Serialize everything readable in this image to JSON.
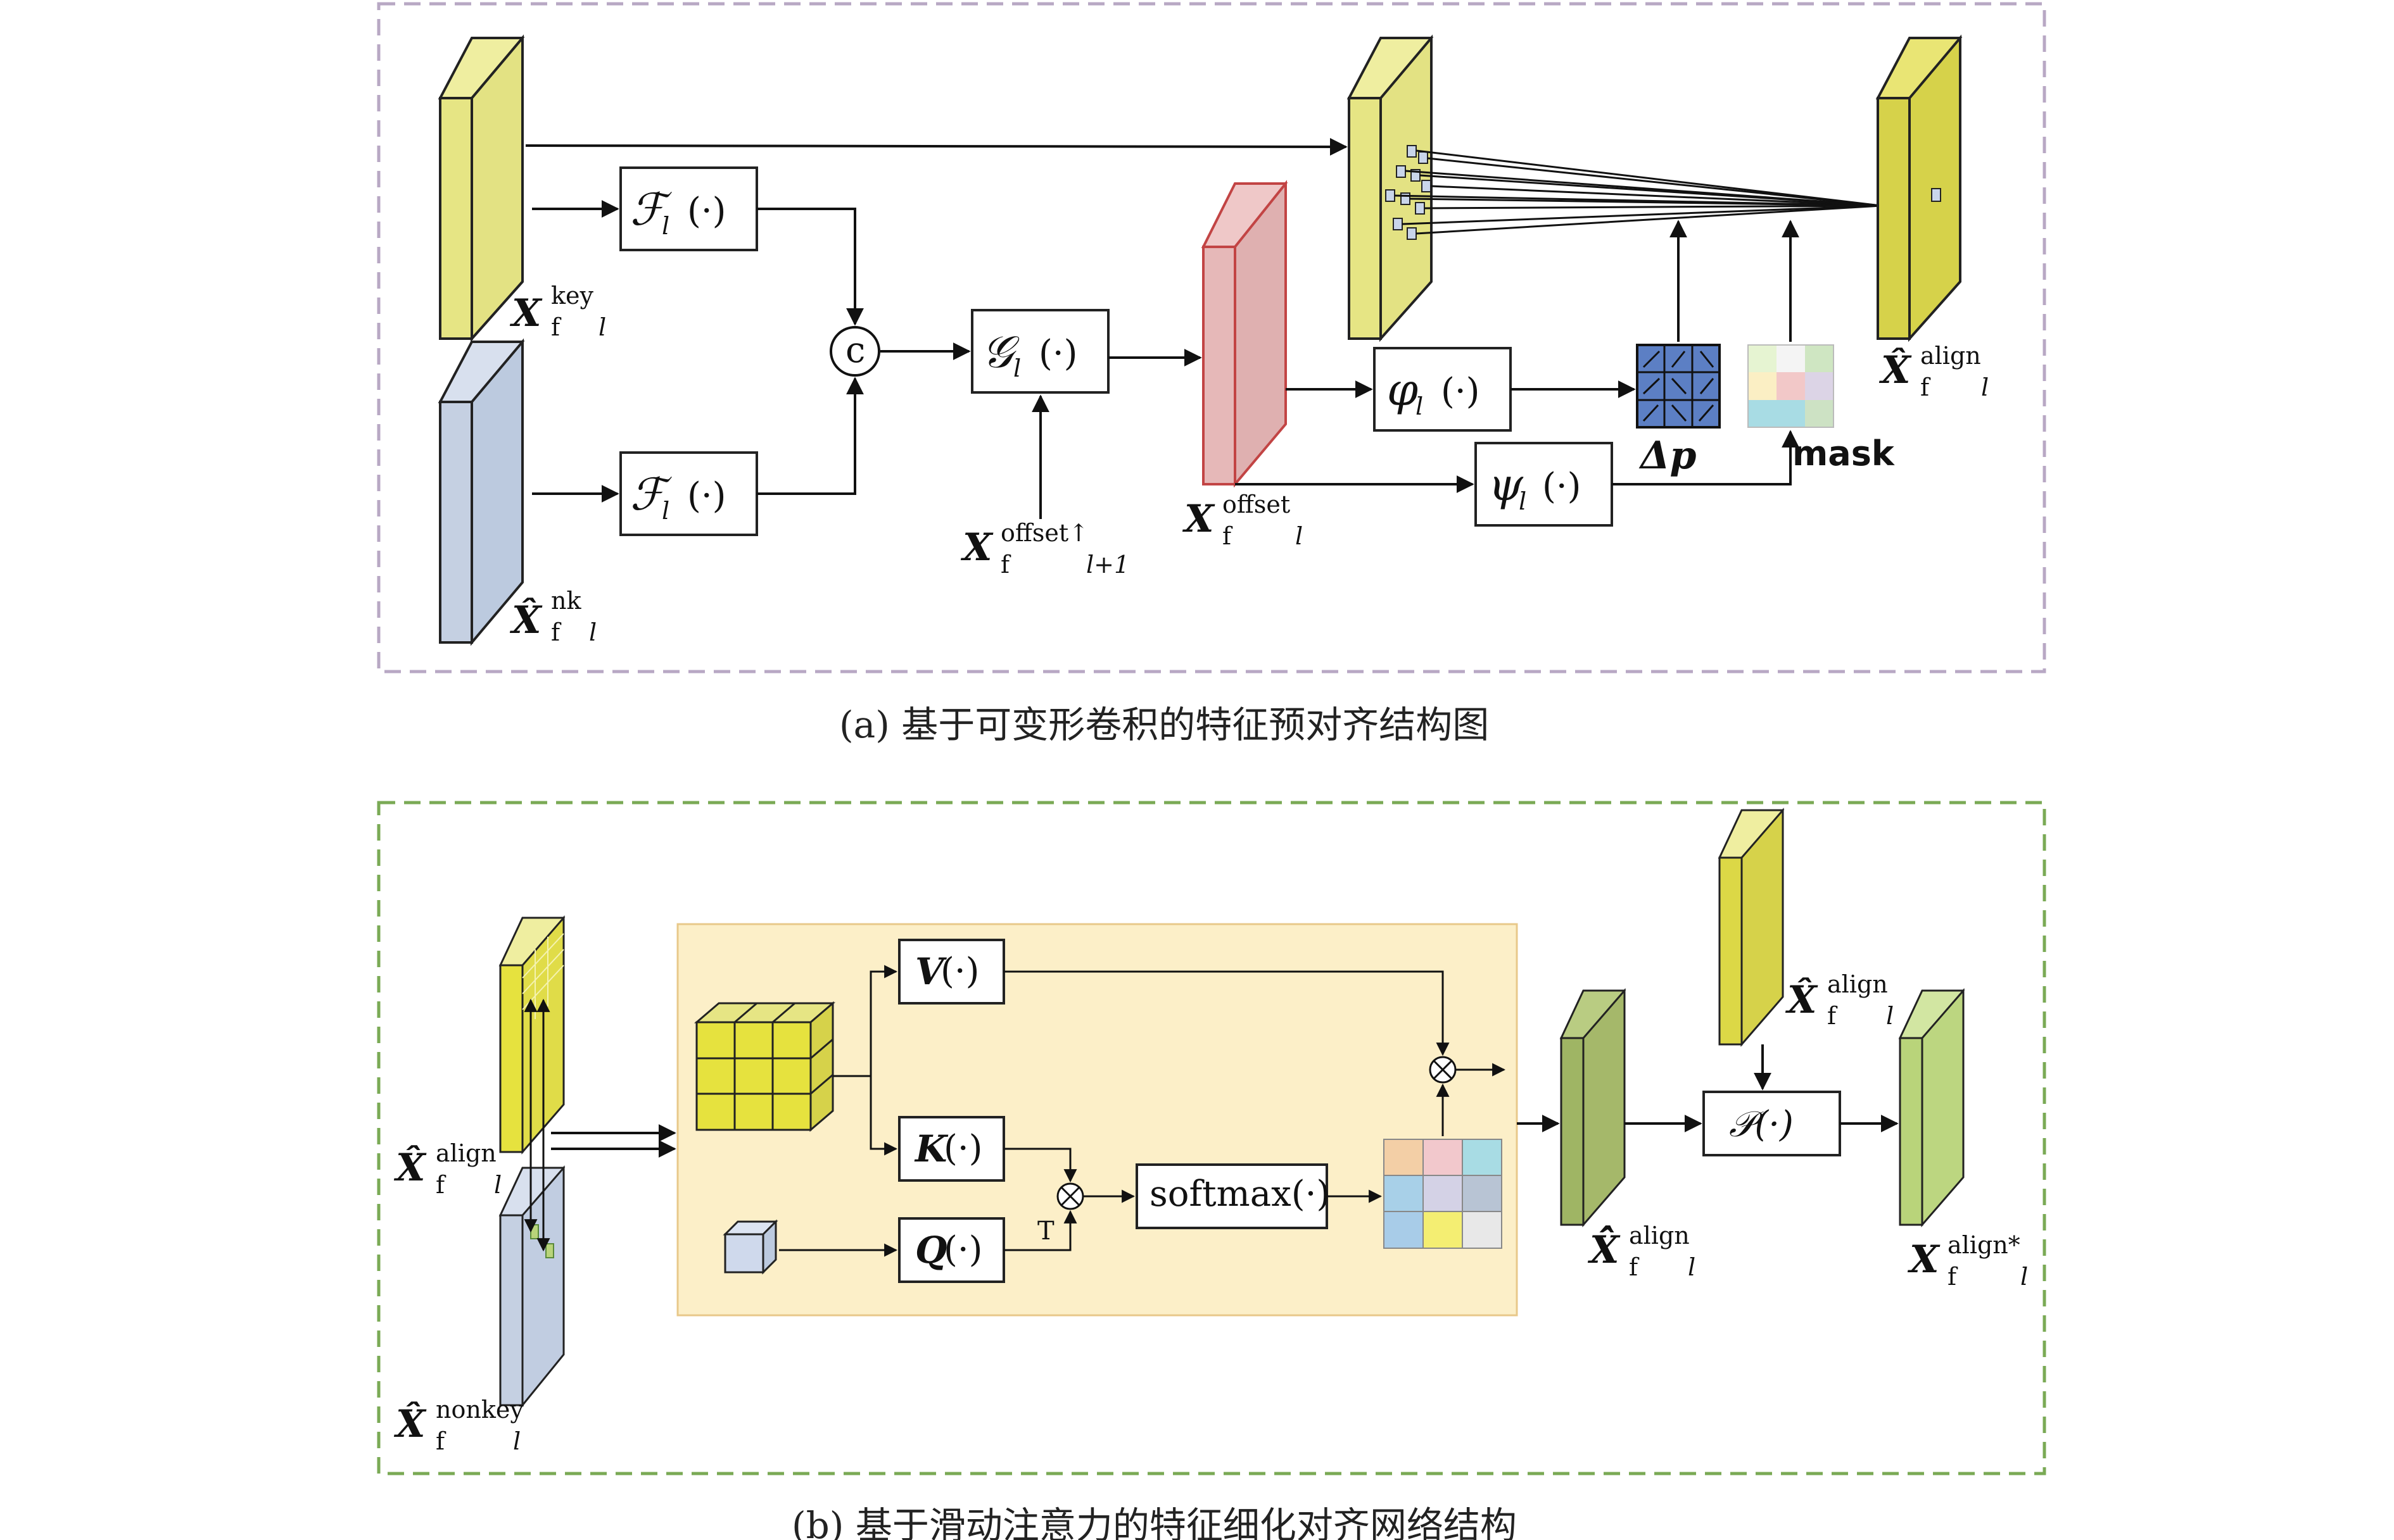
{
  "panel_a": {
    "caption": "(a) 基于可变形卷积的特征预对齐结构图",
    "labels": {
      "x_key": {
        "main": "X",
        "sub": "f",
        "sup": "key",
        "idx": "l"
      },
      "x_nk": {
        "main": "X̂",
        "sub": "f",
        "sup": "nk",
        "idx": "l"
      },
      "x_offset_up": {
        "main": "X",
        "sub": "f",
        "sup": "offset↑",
        "idx": "l+1"
      },
      "x_offset": {
        "main": "X",
        "sub": "f",
        "sup": "offset",
        "idx": "l"
      },
      "x_align": {
        "main": "X̂",
        "sub": "f",
        "sup": "align",
        "idx": "l"
      }
    },
    "ops": {
      "f_top": "ℱ",
      "f_bottom": "ℱ",
      "g": "𝒢",
      "phi": "φ",
      "psi": "ψ",
      "idx": "l",
      "arg": "(·)",
      "concat": "c"
    },
    "delta_p": "Δp",
    "mask": "mask"
  },
  "panel_b": {
    "caption": "(b) 基于滑动注意力的特征细化对齐网络结构",
    "labels": {
      "x_align_in": {
        "main": "X̂",
        "sub": "f",
        "sup": "align",
        "idx": "l"
      },
      "x_nonkey": {
        "main": "X̂",
        "sub": "f",
        "sup": "nonkey",
        "idx": "l"
      },
      "x_align_hat2": {
        "main": "X̂̂",
        "sub": "f",
        "sup": "align",
        "idx": "l"
      },
      "x_align_top": {
        "main": "X̂",
        "sub": "f",
        "sup": "align",
        "idx": "l"
      },
      "x_align_star": {
        "main": "X",
        "sub": "f",
        "sup": "align*",
        "idx": "l"
      }
    },
    "ops": {
      "v": "V",
      "k": "K",
      "q": "Q",
      "arg": "(·)",
      "softmax": "softmax(·)",
      "p": "𝒫(·)",
      "transpose": "T",
      "mult": "⊗"
    }
  },
  "colors": {
    "yellow": "#e6e584",
    "yellow_dark": "#d6d24a",
    "blue": "#c5d0e2",
    "red": "#e3b3b3",
    "green": "#a5b86a",
    "light_green": "#b9d47a",
    "panel_bg": "#fcefc8",
    "dash_a": "#b8a8c4",
    "dash_b": "#7aaa55",
    "grid_blue": "#5c7fc4"
  }
}
